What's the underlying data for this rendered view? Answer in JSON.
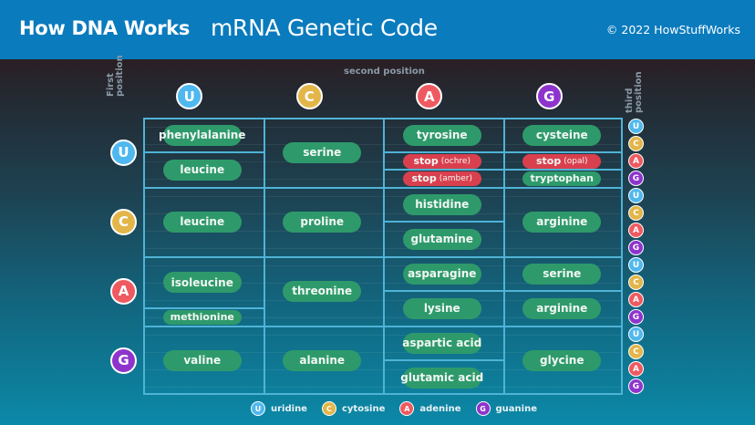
{
  "header": {
    "brand": "How DNA Works",
    "title": "mRNA Genetic Code",
    "copyright": "© 2022 HowStuffWorks"
  },
  "axes": {
    "second_position": "second position",
    "first_position": [
      "First",
      "position"
    ],
    "third_position": [
      "third",
      "position"
    ]
  },
  "colors": {
    "U": "#4fb8ee",
    "C": "#e3b64a",
    "A": "#ee5a60",
    "G": "#8e34cc",
    "amino_pill": "#2e9a6b",
    "stop_pill": "#d9404e",
    "grid_line": "#4fb3d6",
    "header_bg": "#0a7bbd"
  },
  "bases": [
    "U",
    "C",
    "A",
    "G"
  ],
  "codon_table": {
    "rows": [
      {
        "first": "U",
        "cells": [
          {
            "second": "U",
            "entries": [
              {
                "label": "phenylalanine",
                "third": [
                  "U",
                  "C"
                ],
                "type": "amino"
              },
              {
                "label": "leucine",
                "third": [
                  "A",
                  "G"
                ],
                "type": "amino"
              }
            ]
          },
          {
            "second": "C",
            "entries": [
              {
                "label": "serine",
                "third": [
                  "U",
                  "C",
                  "A",
                  "G"
                ],
                "type": "amino"
              }
            ]
          },
          {
            "second": "A",
            "entries": [
              {
                "label": "tyrosine",
                "third": [
                  "U",
                  "C"
                ],
                "type": "amino"
              },
              {
                "label": "stop",
                "note": "(ochre)",
                "third": [
                  "A"
                ],
                "type": "stop"
              },
              {
                "label": "stop",
                "note": "(amber)",
                "third": [
                  "G"
                ],
                "type": "stop"
              }
            ]
          },
          {
            "second": "G",
            "entries": [
              {
                "label": "cysteine",
                "third": [
                  "U",
                  "C"
                ],
                "type": "amino"
              },
              {
                "label": "stop",
                "note": "(opal)",
                "third": [
                  "A"
                ],
                "type": "stop"
              },
              {
                "label": "tryptophan",
                "third": [
                  "G"
                ],
                "type": "amino"
              }
            ]
          }
        ]
      },
      {
        "first": "C",
        "cells": [
          {
            "second": "U",
            "entries": [
              {
                "label": "leucine",
                "third": [
                  "U",
                  "C",
                  "A",
                  "G"
                ],
                "type": "amino"
              }
            ]
          },
          {
            "second": "C",
            "entries": [
              {
                "label": "proline",
                "third": [
                  "U",
                  "C",
                  "A",
                  "G"
                ],
                "type": "amino"
              }
            ]
          },
          {
            "second": "A",
            "entries": [
              {
                "label": "histidine",
                "third": [
                  "U",
                  "C"
                ],
                "type": "amino"
              },
              {
                "label": "glutamine",
                "third": [
                  "A",
                  "G"
                ],
                "type": "amino"
              }
            ]
          },
          {
            "second": "G",
            "entries": [
              {
                "label": "arginine",
                "third": [
                  "U",
                  "C",
                  "A",
                  "G"
                ],
                "type": "amino"
              }
            ]
          }
        ]
      },
      {
        "first": "A",
        "cells": [
          {
            "second": "U",
            "entries": [
              {
                "label": "isoleucine",
                "third": [
                  "U",
                  "C",
                  "A"
                ],
                "type": "amino"
              },
              {
                "label": "methionine",
                "third": [
                  "G"
                ],
                "type": "amino"
              }
            ]
          },
          {
            "second": "C",
            "entries": [
              {
                "label": "threonine",
                "third": [
                  "U",
                  "C",
                  "A",
                  "G"
                ],
                "type": "amino"
              }
            ]
          },
          {
            "second": "A",
            "entries": [
              {
                "label": "asparagine",
                "third": [
                  "U",
                  "C"
                ],
                "type": "amino"
              },
              {
                "label": "lysine",
                "third": [
                  "A",
                  "G"
                ],
                "type": "amino"
              }
            ]
          },
          {
            "second": "G",
            "entries": [
              {
                "label": "serine",
                "third": [
                  "U",
                  "C"
                ],
                "type": "amino"
              },
              {
                "label": "arginine",
                "third": [
                  "A",
                  "G"
                ],
                "type": "amino"
              }
            ]
          }
        ]
      },
      {
        "first": "G",
        "cells": [
          {
            "second": "U",
            "entries": [
              {
                "label": "valine",
                "third": [
                  "U",
                  "C",
                  "A",
                  "G"
                ],
                "type": "amino"
              }
            ]
          },
          {
            "second": "C",
            "entries": [
              {
                "label": "alanine",
                "third": [
                  "U",
                  "C",
                  "A",
                  "G"
                ],
                "type": "amino"
              }
            ]
          },
          {
            "second": "A",
            "entries": [
              {
                "label": "aspartic acid",
                "third": [
                  "U",
                  "C"
                ],
                "type": "amino"
              },
              {
                "label": "glutamic acid",
                "third": [
                  "A",
                  "G"
                ],
                "type": "amino"
              }
            ]
          },
          {
            "second": "G",
            "entries": [
              {
                "label": "glycine",
                "third": [
                  "U",
                  "C",
                  "A",
                  "G"
                ],
                "type": "amino"
              }
            ]
          }
        ]
      }
    ]
  },
  "legend": [
    {
      "base": "U",
      "label": "uridine"
    },
    {
      "base": "C",
      "label": "cytosine"
    },
    {
      "base": "A",
      "label": "adenine"
    },
    {
      "base": "G",
      "label": "guanine"
    }
  ]
}
